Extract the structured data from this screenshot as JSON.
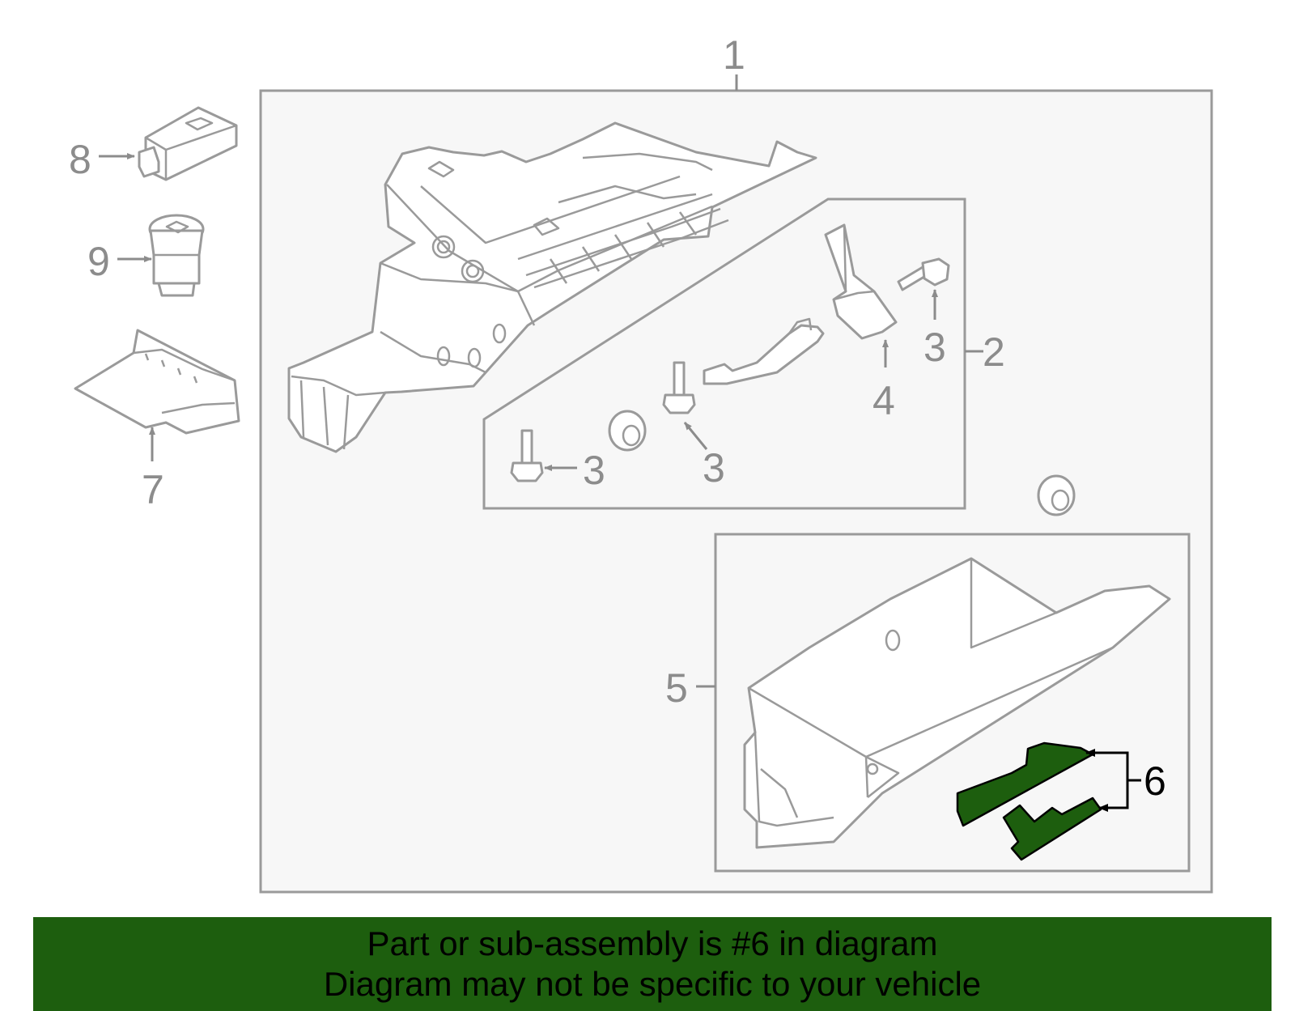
{
  "colors": {
    "highlight": "#1d5e0e",
    "line": "#9a9a9a",
    "callout": "#8c8c8c",
    "frame_fill": "#f7f7f7"
  },
  "callouts": {
    "c1": "1",
    "c2": "2",
    "c3a": "3",
    "c3b": "3",
    "c3c": "3",
    "c4": "4",
    "c5": "5",
    "c6": "6",
    "c7": "7",
    "c8": "8",
    "c9": "9"
  },
  "highlighted_part": "6",
  "banner": {
    "line1": "Part or sub-assembly is #6 in diagram",
    "line2": "Diagram may not be specific to your vehicle"
  }
}
